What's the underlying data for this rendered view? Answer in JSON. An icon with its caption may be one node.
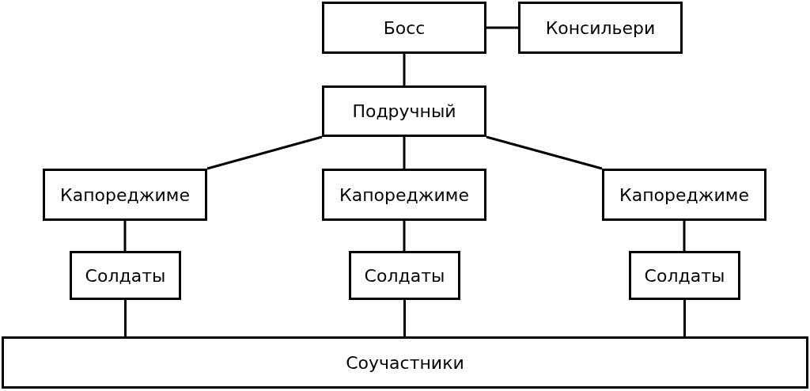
{
  "diagram": {
    "nodes": [
      {
        "text": [
          "Босс"
        ]
      },
      {
        "text": [
          "Консильери"
        ]
      },
      {
        "text": [
          "Подручный"
        ]
      },
      {
        "text": [
          "Капореджиме"
        ]
      },
      {
        "text": [
          "Капореджиме"
        ]
      },
      {
        "text": [
          "Капореджиме"
        ]
      },
      {
        "text": [
          "Солдаты"
        ]
      },
      {
        "text": [
          "Солдаты"
        ]
      },
      {
        "text": [
          "Солдаты"
        ]
      },
      {
        "text": [
          "Соучастники"
        ]
      }
    ],
    "edges": [
      {
        "from": 0,
        "to": 1,
        "arrow": "none"
      },
      {
        "from": 0,
        "to": 2,
        "arrow": "none"
      },
      {
        "from": 2,
        "to": 3,
        "arrow": "none"
      },
      {
        "from": 2,
        "to": 4,
        "arrow": "none"
      },
      {
        "from": 2,
        "to": 5,
        "arrow": "none"
      },
      {
        "from": 3,
        "to": 6,
        "arrow": "none"
      },
      {
        "from": 4,
        "to": 7,
        "arrow": "none"
      },
      {
        "from": 5,
        "to": 8,
        "arrow": "none"
      },
      {
        "from": 6,
        "to": 9,
        "arrow": "none"
      },
      {
        "from": 7,
        "to": 9,
        "arrow": "none"
      },
      {
        "from": 8,
        "to": 9,
        "arrow": "none"
      }
    ]
  }
}
